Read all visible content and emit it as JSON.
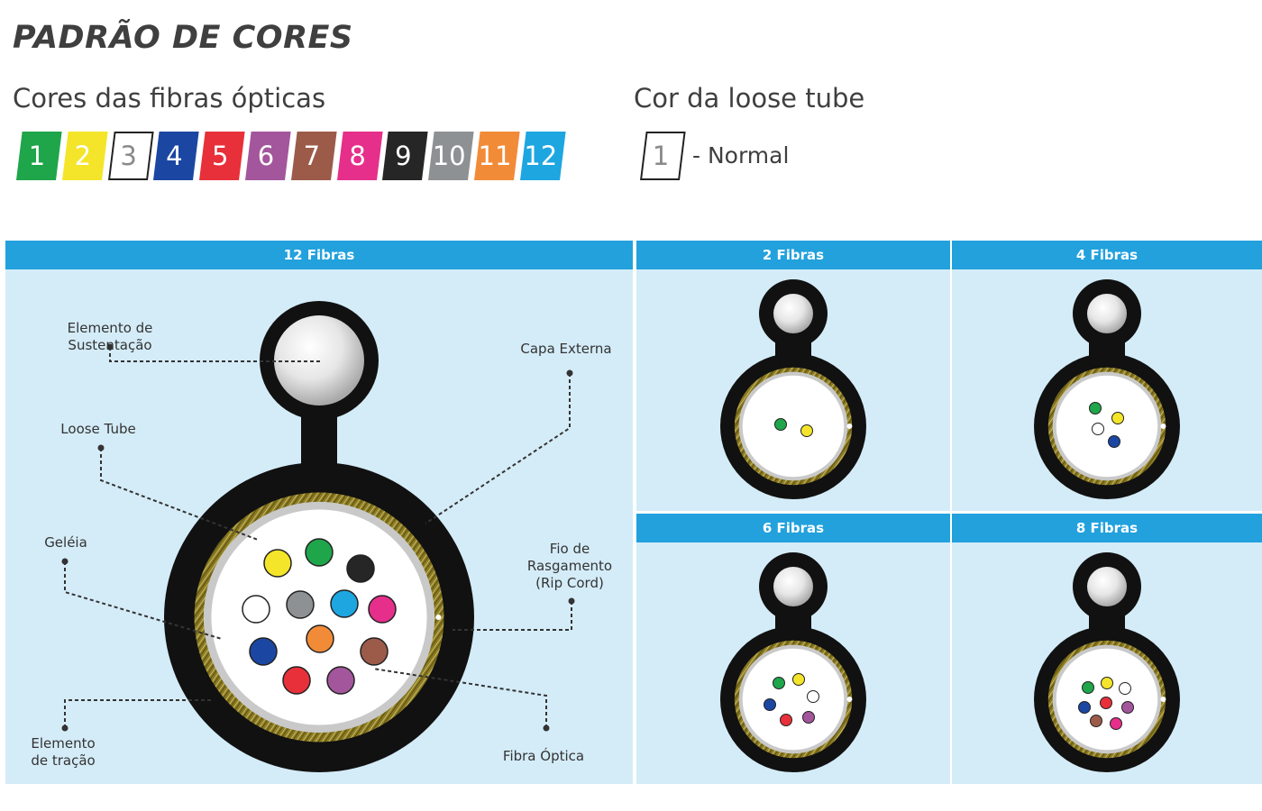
{
  "title": "PADRÃO DE CORES",
  "fiber_colors": {
    "heading": "Cores das fibras ópticas",
    "items": [
      {
        "num": "1",
        "color": "#1fa54a"
      },
      {
        "num": "2",
        "color": "#f4e52a"
      },
      {
        "num": "3",
        "color": "#ffffff",
        "outlined": true
      },
      {
        "num": "4",
        "color": "#1b47a3"
      },
      {
        "num": "5",
        "color": "#e8303a"
      },
      {
        "num": "6",
        "color": "#a3569b"
      },
      {
        "num": "7",
        "color": "#9c5b49"
      },
      {
        "num": "8",
        "color": "#e52f8a"
      },
      {
        "num": "9",
        "color": "#262626"
      },
      {
        "num": "10",
        "color": "#8e9194"
      },
      {
        "num": "11",
        "color": "#f28b38"
      },
      {
        "num": "12",
        "color": "#1ea6e0"
      }
    ]
  },
  "loose_tube": {
    "heading": "Cor da loose tube",
    "num": "1",
    "label": "- Normal"
  },
  "panels": {
    "p12": {
      "title": "12 Fibras"
    },
    "p2": {
      "title": "2 Fibras"
    },
    "p4": {
      "title": "4 Fibras"
    },
    "p6": {
      "title": "6 Fibras"
    },
    "p8": {
      "title": "8 Fibras"
    }
  },
  "callouts": {
    "elemento_sustentacao": [
      "Elemento de",
      "Sustentação"
    ],
    "loose_tube": [
      "Loose Tube"
    ],
    "geleia": [
      "Geléia"
    ],
    "elemento_tracao": [
      "Elemento",
      "de tração"
    ],
    "capa_externa": [
      "Capa Externa"
    ],
    "fio_rasgamento": [
      "Fio de",
      "Rasgamento",
      "(Rip Cord)"
    ],
    "fibra_optica": [
      "Fibra Óptica"
    ]
  },
  "cable_colors": {
    "jacket": "#111111",
    "armor": "#8a7a22",
    "tube_ring": "#c9c9c9",
    "gel": "#ffffff",
    "panel_header": "#22a1dd",
    "panel_bg": "#d4ecf8"
  }
}
